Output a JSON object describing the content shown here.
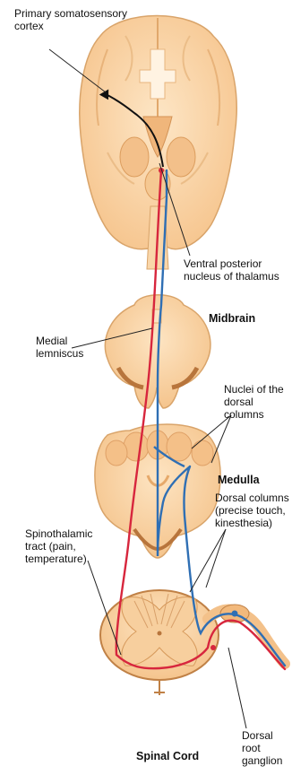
{
  "labels": {
    "primary_cortex": "Primary somatosensory\ncortex",
    "thalamus": "Ventral posterior\nnucleus of thalamus",
    "midbrain": "Midbrain",
    "medial_lemniscus": "Medial\nlemniscus",
    "dorsal_nuclei": "Nuclei of the\ndorsal columns",
    "medulla": "Medulla",
    "dorsal_columns": "Dorsal columns\n(precise touch,\nkinesthesia)",
    "spinothalamic": "Spinothalamic\ntract (pain,\ntemperature)",
    "dorsal_root": "Dorsal root\nganglion",
    "spinal_cord": "Spinal Cord"
  },
  "colors": {
    "tissue_light": "#fbdcb4",
    "tissue_mid": "#f5c48c",
    "tissue_dark": "#e9a864",
    "tissue_edge": "#c08146",
    "red_tract": "#d7263d",
    "blue_tract": "#2f6fb4",
    "pointer": "#111111"
  }
}
